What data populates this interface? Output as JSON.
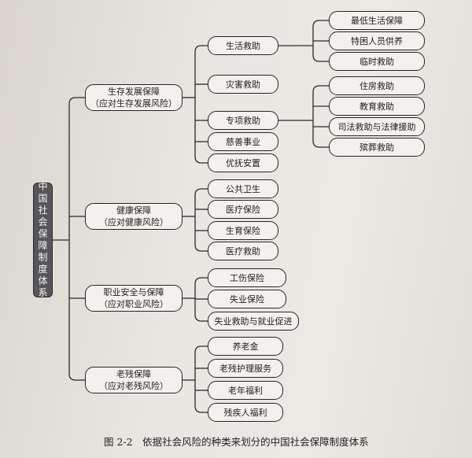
{
  "root": "中\n国\n社\n会\n保\n障\n制\n度\n体\n系",
  "categories": [
    {
      "label": "生存发展保障\n（应对生存发展风险）"
    },
    {
      "label": "健康保障\n（应对健康风险）"
    },
    {
      "label": "职业安全与保障\n（应对职业风险）"
    },
    {
      "label": "老残保障\n（应对老残风险）"
    }
  ],
  "subs": [
    {
      "label": "生活救助"
    },
    {
      "label": "灾害救助"
    },
    {
      "label": "专项救助"
    },
    {
      "label": "慈善事业"
    },
    {
      "label": "优抚安置"
    },
    {
      "label": "公共卫生"
    },
    {
      "label": "医疗保险"
    },
    {
      "label": "生育保险"
    },
    {
      "label": "医疗救助"
    },
    {
      "label": "工伤保险"
    },
    {
      "label": "失业保险"
    },
    {
      "label": "失业救助与就业促进"
    },
    {
      "label": "养老金"
    },
    {
      "label": "老残护理服务"
    },
    {
      "label": "老年福利"
    },
    {
      "label": "残疾人福利"
    }
  ],
  "leaves": [
    {
      "label": "最低生活保障"
    },
    {
      "label": "特困人员供养"
    },
    {
      "label": "临时救助"
    },
    {
      "label": "住房救助"
    },
    {
      "label": "教育救助"
    },
    {
      "label": "司法救助与法律援助"
    },
    {
      "label": "殡葬救助"
    }
  ],
  "caption": "图 2-2　依据社会风险的种类来划分的中国社会保障制度体系"
}
